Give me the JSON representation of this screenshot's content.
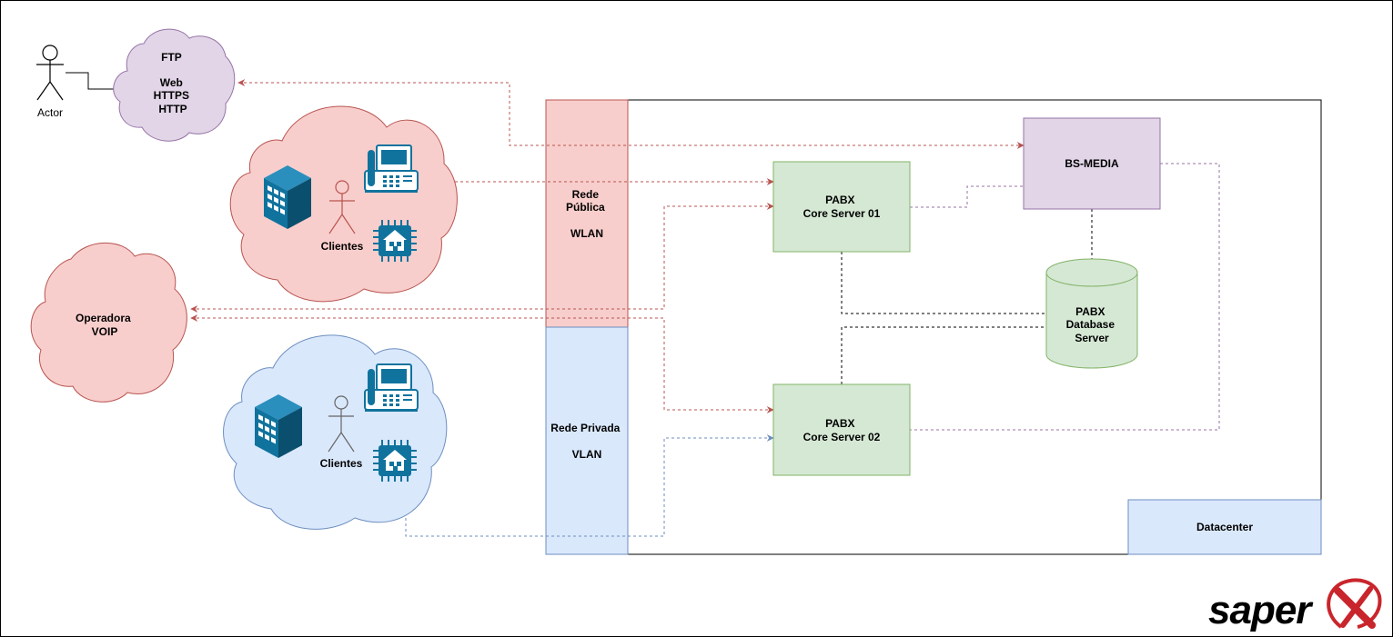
{
  "actor": {
    "label": "Actor"
  },
  "clouds": {
    "services": {
      "lines": [
        "FTP",
        "",
        "Web",
        "HTTPS",
        "HTTP"
      ]
    },
    "clients_public": {
      "label": "Clientes"
    },
    "operator": {
      "lines": [
        "Operadora",
        "VOIP"
      ]
    },
    "clients_private": {
      "label": "Clientes"
    }
  },
  "networks": {
    "public": {
      "lines": [
        "Rede",
        "Pública",
        "",
        "WLAN"
      ]
    },
    "private": {
      "lines": [
        "Rede Privada",
        "",
        "VLAN"
      ]
    }
  },
  "servers": {
    "core1": {
      "lines": [
        "PABX",
        "Core Server 01"
      ]
    },
    "core2": {
      "lines": [
        "PABX",
        "Core Server 02"
      ]
    },
    "media": {
      "lines": [
        "BS-MEDIA"
      ]
    },
    "database": {
      "lines": [
        "PABX",
        "Database",
        "Server"
      ]
    }
  },
  "datacenter": {
    "label": "Datacenter"
  },
  "logo": {
    "text": "saper"
  },
  "colors": {
    "red_fill": "#f8cecc",
    "red_stroke": "#b85450",
    "blue_fill": "#dae8fc",
    "blue_stroke": "#6c8ebf",
    "green_fill": "#d5e8d4",
    "green_stroke": "#82b366",
    "purple_fill": "#e1d5e7",
    "purple_stroke": "#9673a6",
    "icon_blue": "#10739e"
  },
  "icons": [
    "actor-icon",
    "building-icon",
    "person-icon",
    "desk-phone-icon",
    "iot-home-chip-icon",
    "cylinder-database-icon"
  ]
}
